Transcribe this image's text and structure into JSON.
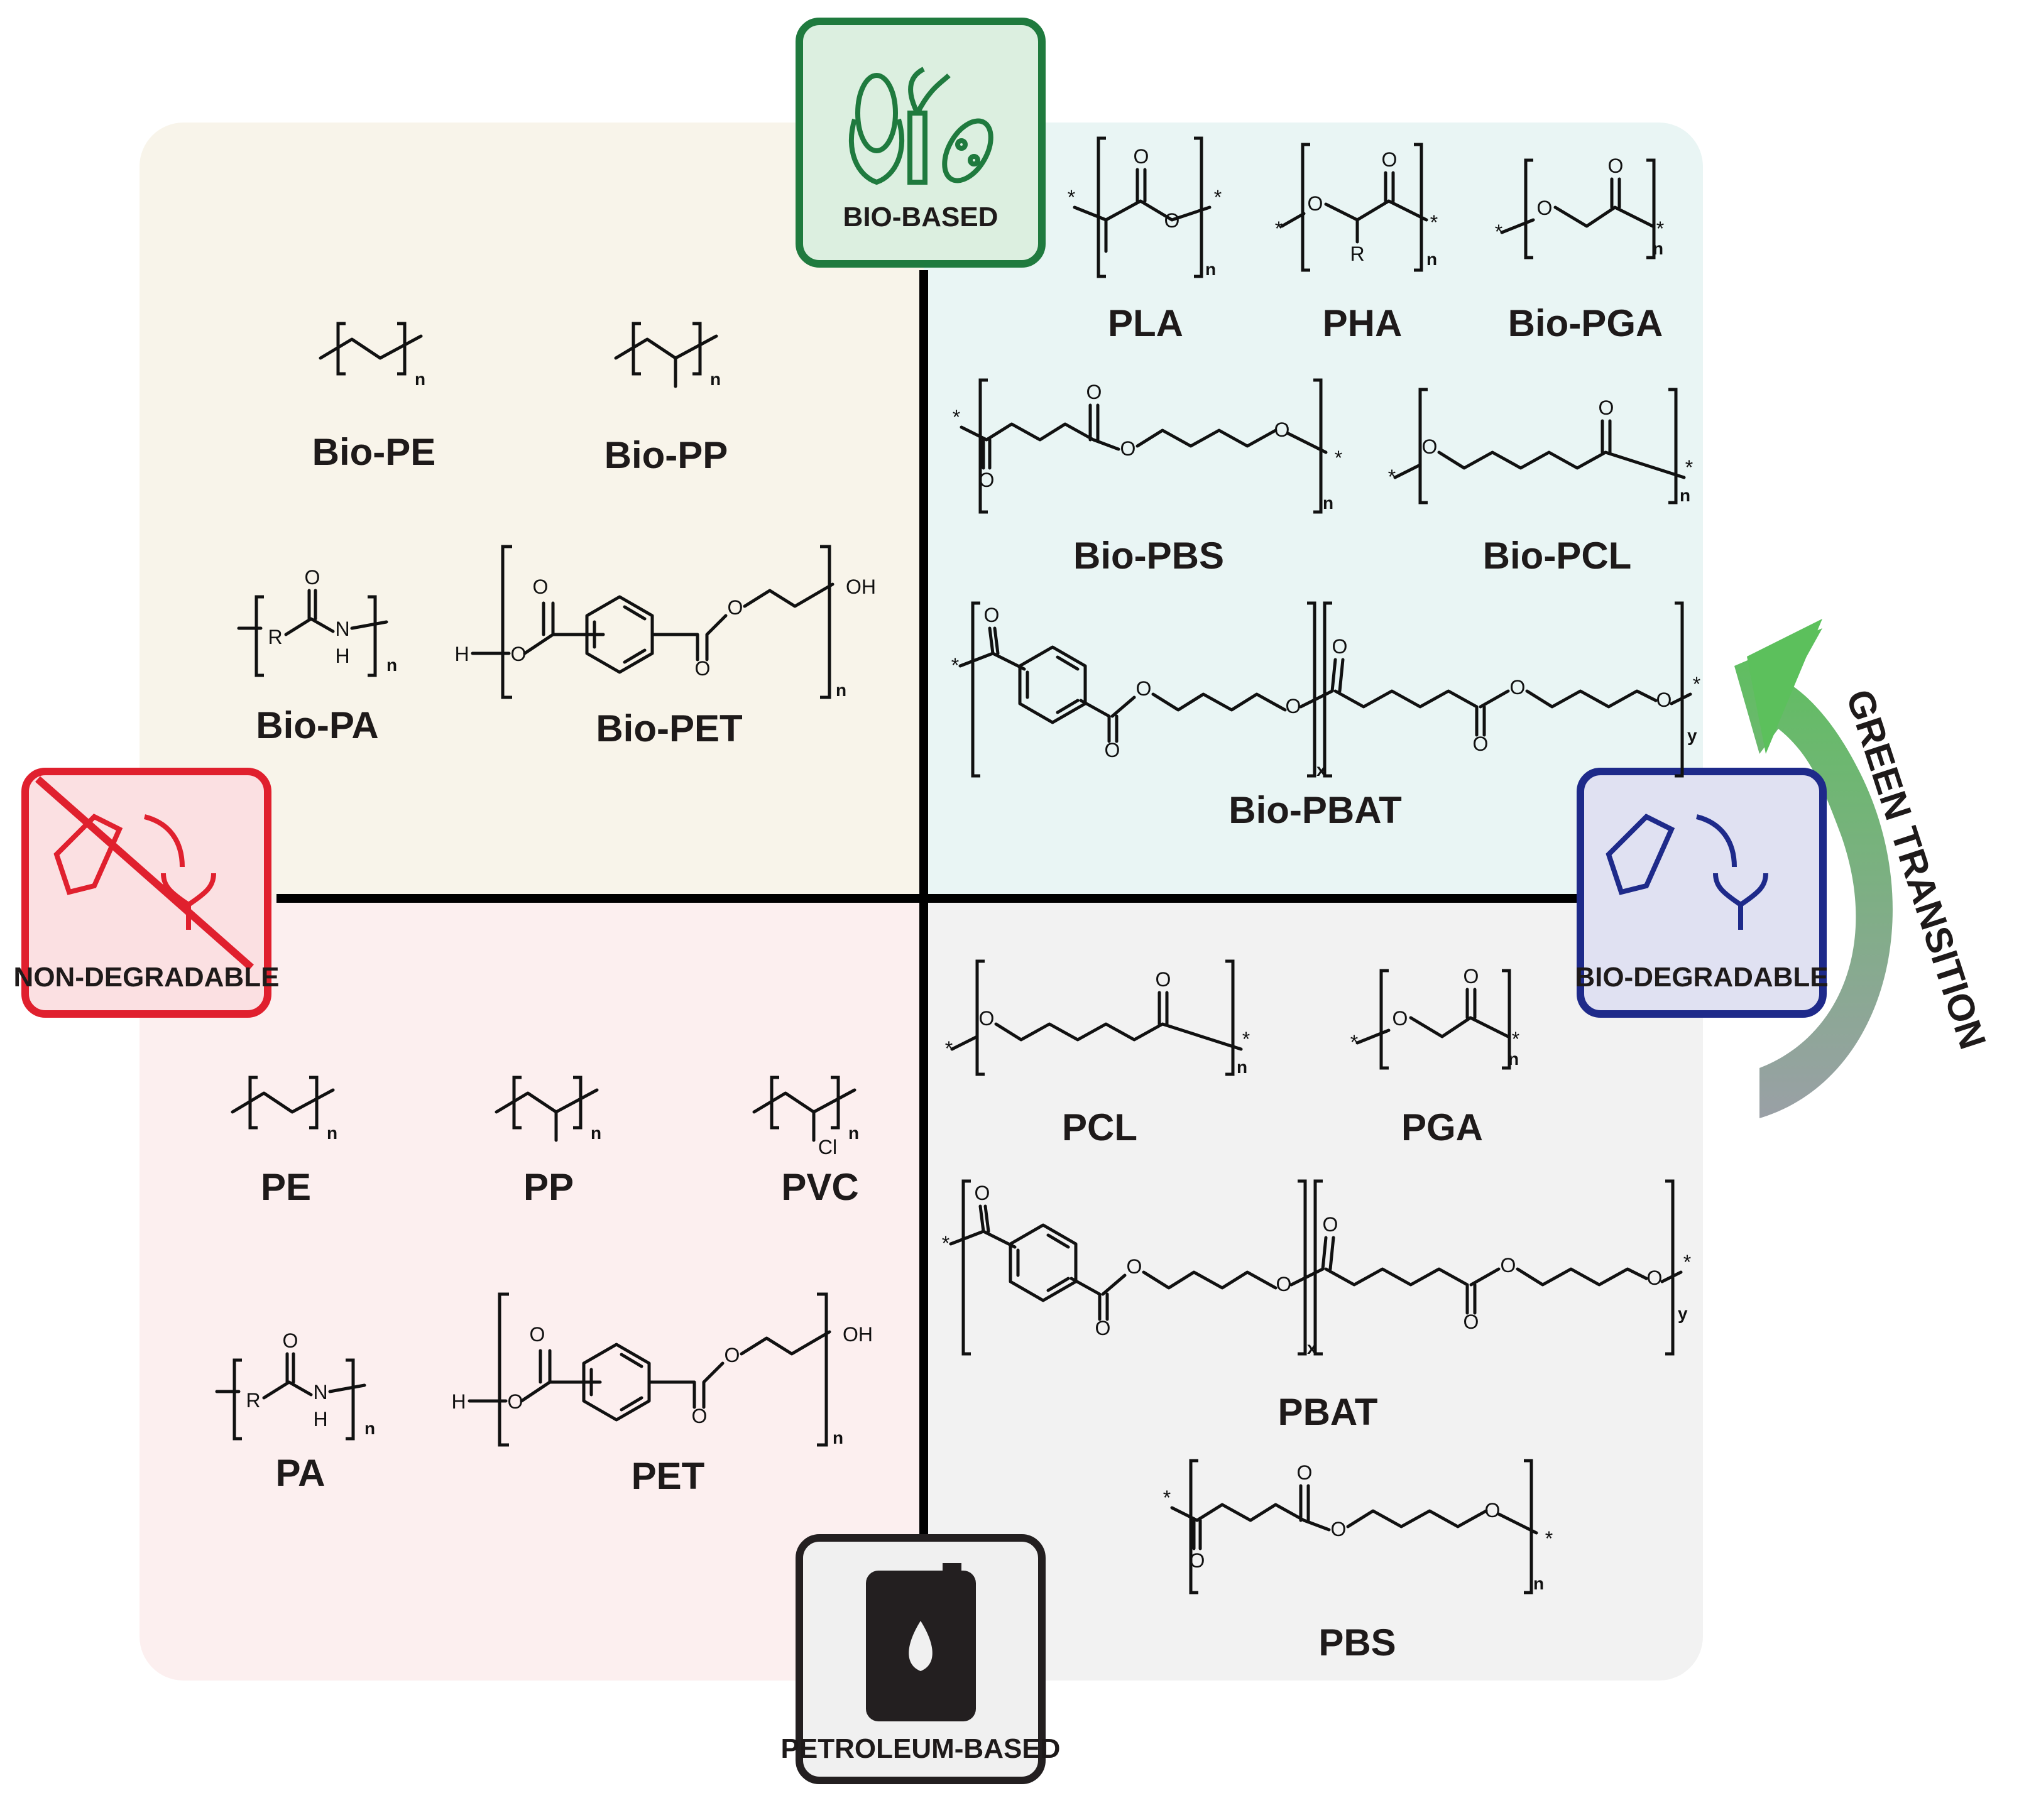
{
  "axes": {
    "top": "BIO-BASED",
    "bottom": "PETROLEUM-BASED",
    "left": "NON-DEGRADABLE",
    "right": "BIO-DEGRADABLE"
  },
  "transition_label": "GREEN TRANSITION",
  "quadrants": {
    "bio_nondegradable": [
      "Bio-PE",
      "Bio-PP",
      "Bio-PA",
      "Bio-PET"
    ],
    "bio_degradable": [
      "PLA",
      "PHA",
      "Bio-PGA",
      "Bio-PBS",
      "Bio-PCL",
      "Bio-PBAT"
    ],
    "petro_nondegradable": [
      "PE",
      "PP",
      "PVC",
      "PA",
      "PET"
    ],
    "petro_degradable": [
      "PCL",
      "PGA",
      "PBAT",
      "PBS"
    ]
  },
  "atoms": {
    "O": "O",
    "R": "R",
    "N": "N",
    "H": "H",
    "OH": "OH",
    "Cl": "Cl",
    "star": "*",
    "n": "n",
    "x": "x",
    "y": "y"
  },
  "colors": {
    "bio_based": "#1f7a3e",
    "non_degradable": "#e0202e",
    "bio_degradable": "#1e2a8a",
    "petroleum": "#231f20",
    "quad_tl": "#f8f4ea",
    "quad_tr": "#e9f5f4",
    "quad_bl": "#fcefef",
    "quad_br": "#f2f2f2",
    "arrow_top": "#5cc05c",
    "arrow_bottom": "#9aa0a6"
  }
}
